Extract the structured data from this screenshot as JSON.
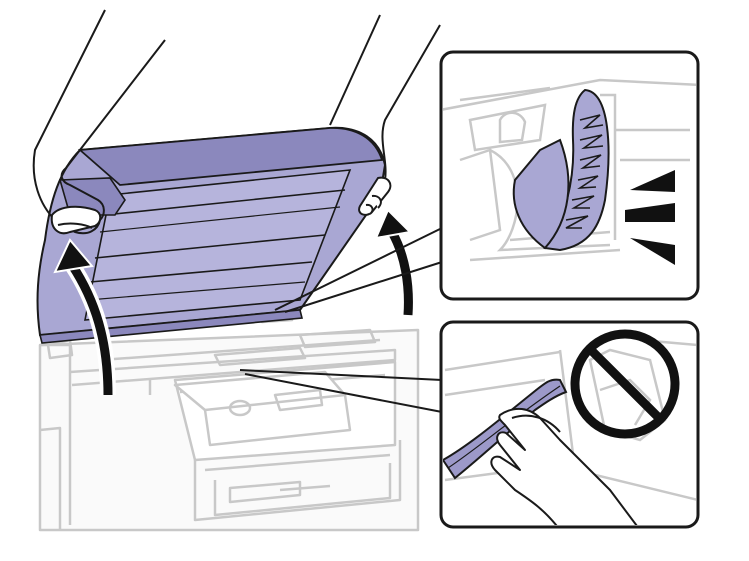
{
  "illustration": {
    "subject": "printer-scanner-unit-open",
    "colors": {
      "background": "#ffffff",
      "line": "#1a1a1a",
      "printer_outline": "#c8c8c8",
      "scanner_fill": "#a9a7d3",
      "scanner_dark": "#8b88bd",
      "cable_fill": "#9c99c9",
      "arrow": "#111111",
      "prohibition": "#111111"
    },
    "icons": {
      "lift_arrow_left": "curved-up-arrow-icon",
      "lift_arrow_right": "curved-up-arrow-icon",
      "click_indicator": "click-sound-icon",
      "prohibition": "do-not-touch-icon"
    },
    "callouts": [
      {
        "id": "hinge-detail",
        "meaning": "scanner-lock-engaged"
      },
      {
        "id": "cable-detail",
        "meaning": "do-not-touch-flat-cable"
      }
    ]
  }
}
